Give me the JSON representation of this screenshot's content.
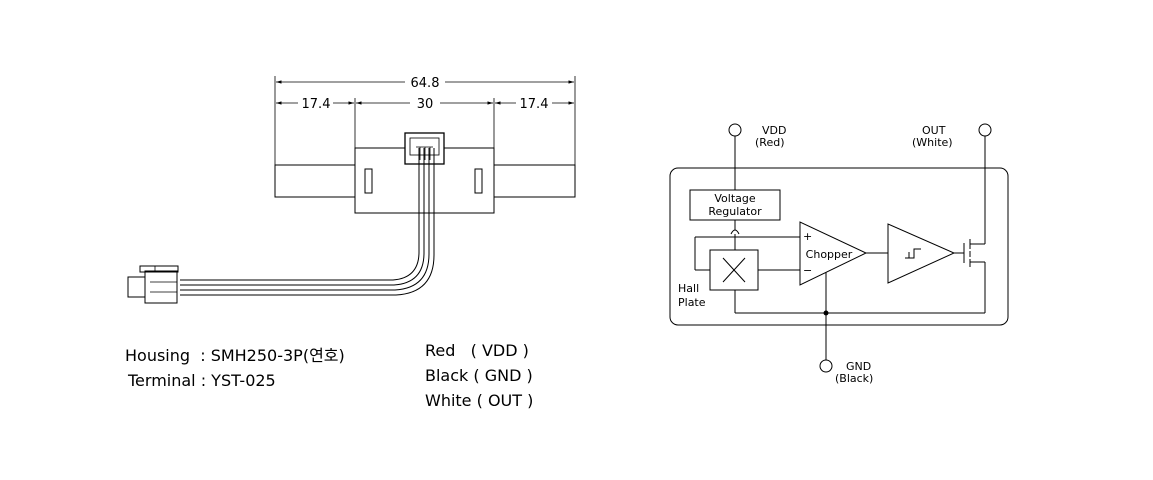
{
  "dimensions": {
    "overall": "64.8",
    "left": "17.4",
    "center": "30",
    "right": "17.4"
  },
  "specs": {
    "housing": "Housing  : SMH250-3P(연호)",
    "terminal": "Terminal : YST-025"
  },
  "wires": {
    "red": "Red   ( VDD )",
    "black": "Black ( GND )",
    "white": "White ( OUT )"
  },
  "schematic": {
    "vdd": "VDD",
    "vdd_color": "(Red)",
    "out": "OUT",
    "out_color": "(White)",
    "gnd": "GND",
    "gnd_color": "(Black)",
    "regulator_line1": "Voltage",
    "regulator_line2": "Regulator",
    "chopper": "Chopper",
    "plus": "+",
    "minus": "−",
    "hall_line1": "Hall",
    "hall_line2": "Plate"
  }
}
